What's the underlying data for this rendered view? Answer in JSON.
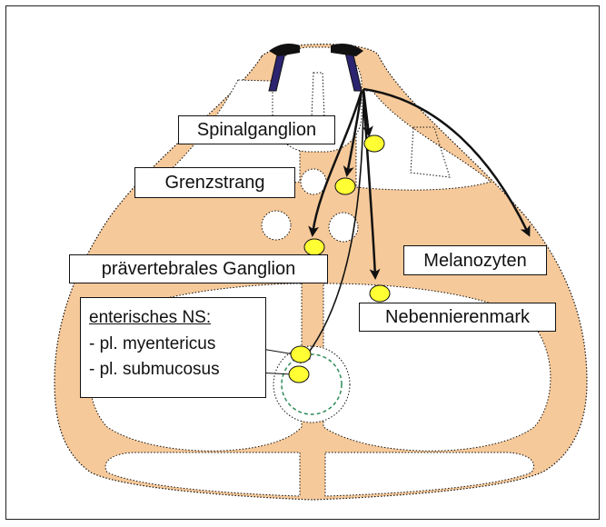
{
  "labels": {
    "spinalganglion": "Spinalganglion",
    "grenzstrang": "Grenzstrang",
    "praevertebrales": "prävertebrales Ganglion",
    "melanozyten": "Melanozyten",
    "nebennierenmark": "Nebennierenmark"
  },
  "enteric": {
    "heading": "enterisches NS:",
    "item1": "- pl. myentericus",
    "item2": "- pl. submucosus"
  },
  "colors": {
    "tissue": "#f6c99a",
    "ganglion": "#ffff33",
    "neural_tube_edge": "#2b2470",
    "gut_dashes": "#2e8b57"
  }
}
